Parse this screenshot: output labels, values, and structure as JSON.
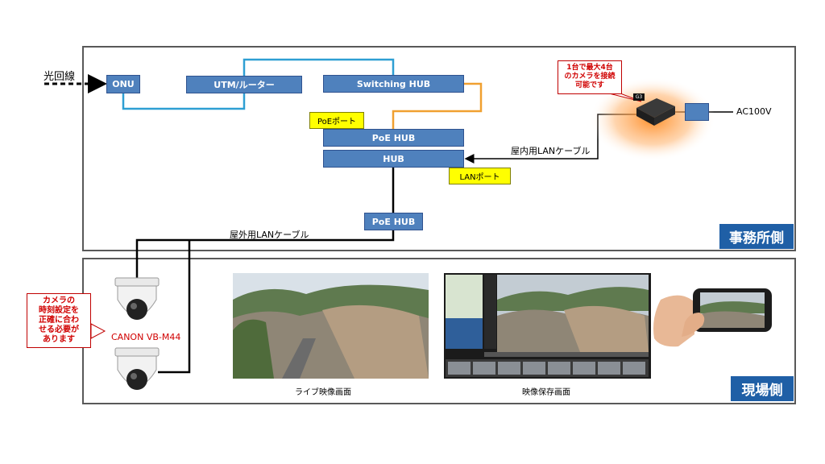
{
  "onu": "ONU",
  "utm": "UTM/ルーター",
  "switching_hub": "Switching HUB",
  "poe_port": "PoEポート",
  "poe_hub_top": "PoE HUB",
  "hub": "HUB",
  "lan_port": "LANポート",
  "poe_hub_bottom": "PoE HUB",
  "fiber_line": "光回線",
  "indoor_cable": "屋内用LANケーブル",
  "outdoor_cable": "屋外用LANケーブル",
  "ac": "AC100V",
  "recorder_callout": "1台で最大4台\nのカメラを接続\n可能です",
  "recorder_badge": "G3",
  "office_side": "事務所側",
  "site_side": "現場側",
  "camera_callout": "カメラの\n時刻設定を\n正確に合わ\nせる必要が\nあります",
  "camera_model": "CANON VB-M44",
  "live_caption": "ライブ映像画面",
  "record_caption": "映像保存画面",
  "colors": {
    "box": "#4f81bd",
    "cable_cyan": "#2e9fd3",
    "cable_orange": "#f0a030",
    "section": "#1f5fa6"
  }
}
